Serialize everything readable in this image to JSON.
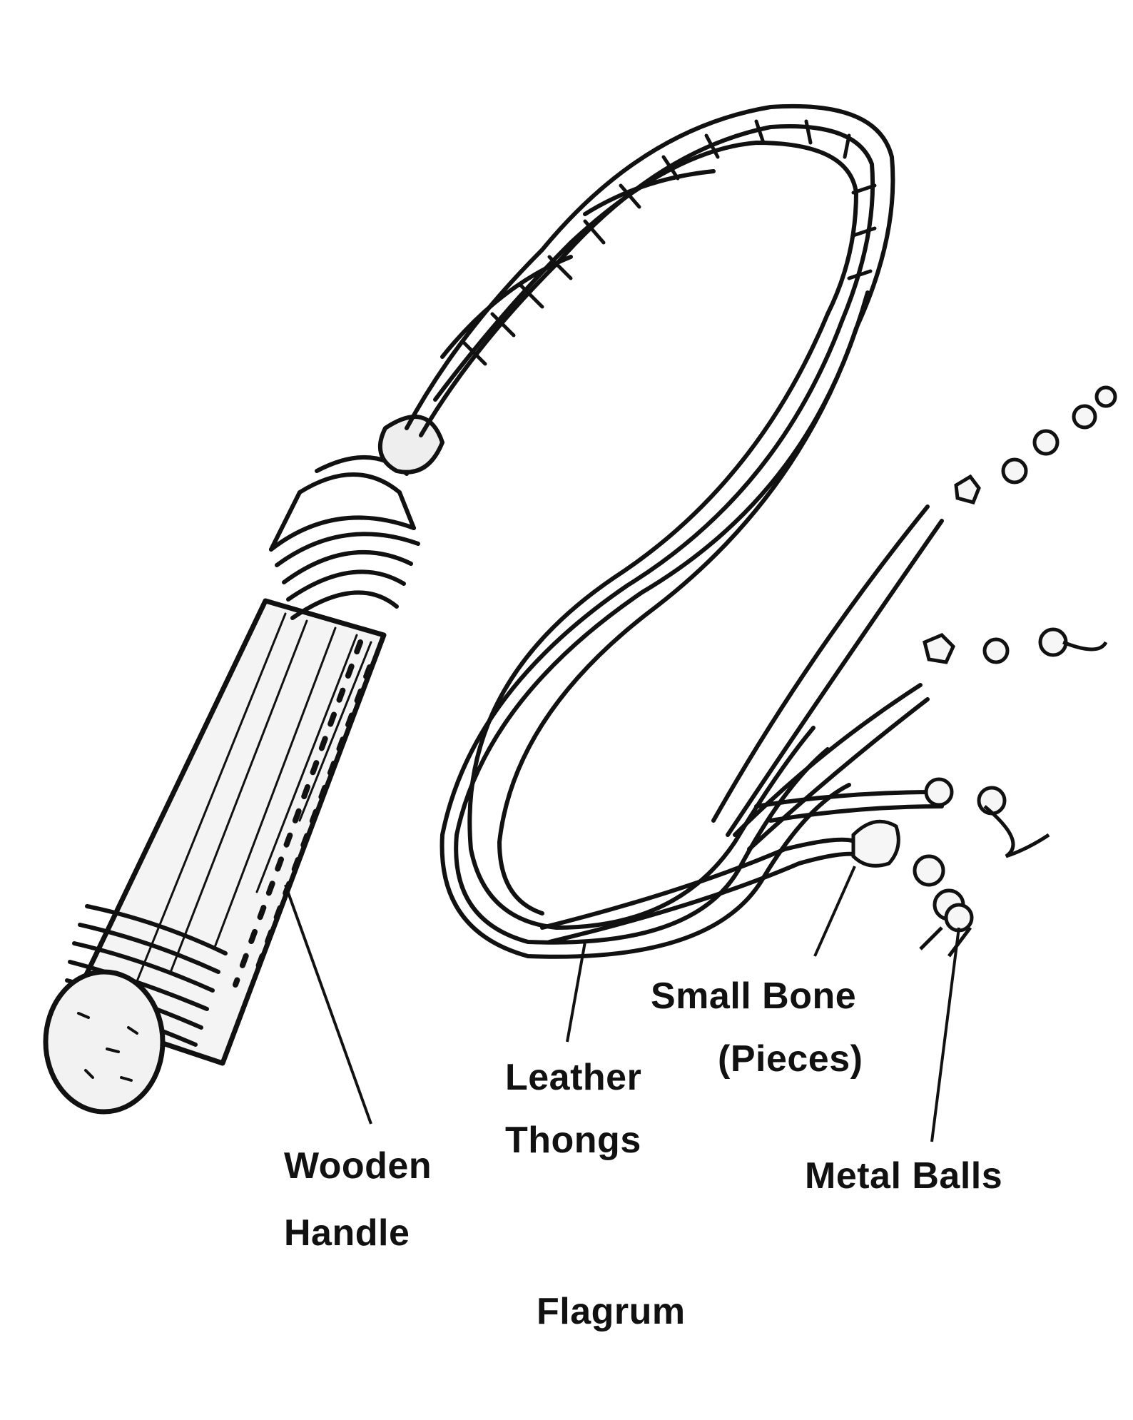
{
  "labels": {
    "wooden_handle": [
      "Wooden",
      "Handle"
    ],
    "leather_thongs": [
      "Leather",
      "Thongs"
    ],
    "small_bone": [
      "Small Bone",
      "(Pieces)"
    ],
    "metal_balls": "Metal Balls"
  },
  "caption": "Flagrum",
  "colors": {
    "ink": "#111111",
    "background": "#ffffff"
  }
}
